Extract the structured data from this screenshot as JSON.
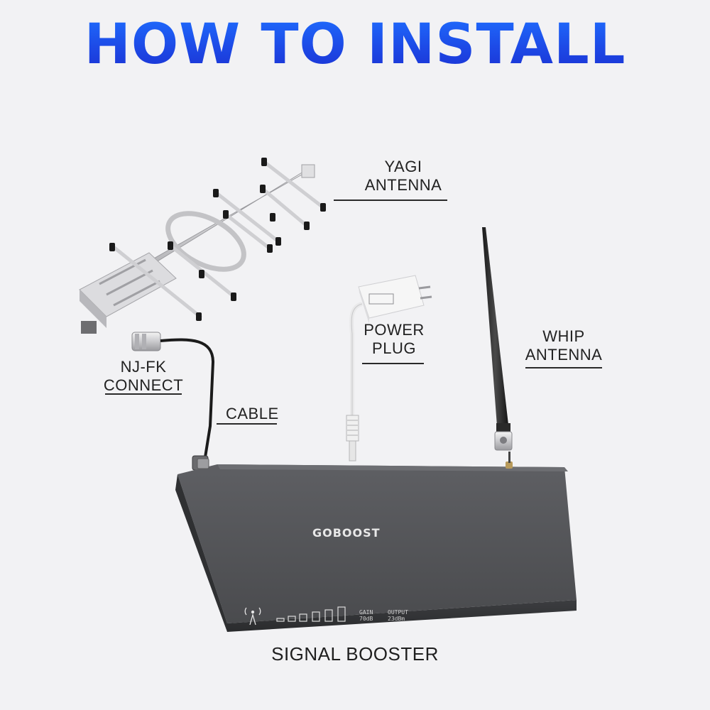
{
  "title": "HOW TO INSTALL",
  "labels": {
    "yagi_line1": "YAGI",
    "yagi_line2": "ANTENNA",
    "power_line1": "POWER",
    "power_line2": "PLUG",
    "whip_line1": "WHIP",
    "whip_line2": "ANTENNA",
    "njfk_line1": "NJ-FK",
    "njfk_line2": "CONNECT",
    "cable": "CABLE"
  },
  "device": {
    "brand": "GOBOOST",
    "gain_label": "GAIN",
    "gain_value": "70dB",
    "output_label": "OUTPUT",
    "output_value": "23dBm"
  },
  "caption": "SIGNAL BOOSTER",
  "colors": {
    "title_top": "#1e6fff",
    "title_bottom": "#1a2fd0",
    "booster_body": "#56575a",
    "background": "#f2f2f4"
  },
  "icons": [
    "yagi-antenna-illustration",
    "power-plug-illustration",
    "whip-antenna-illustration",
    "signal-booster-illustration",
    "antenna-signal-icon"
  ]
}
